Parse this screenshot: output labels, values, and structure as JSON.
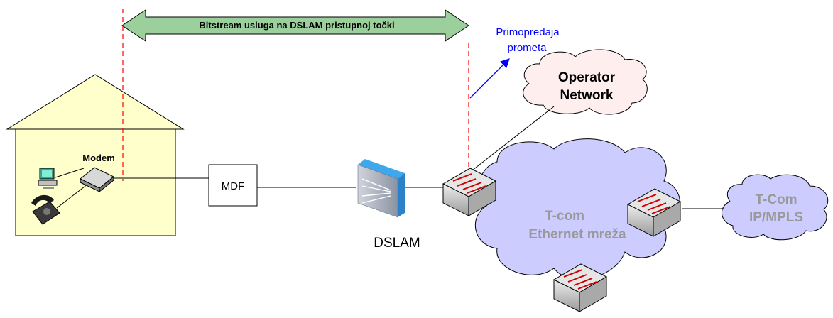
{
  "banner": {
    "label": "Bitstream usluga na DSLAM pristupnoj točki"
  },
  "handover": {
    "line1": "Primopredaja",
    "line2": "prometa"
  },
  "house": {
    "modem_label": "Modem"
  },
  "mdf": {
    "label": "MDF"
  },
  "dslam": {
    "label": "DSLAM"
  },
  "operator_network": {
    "line1": "Operator",
    "line2": "Network"
  },
  "tcom_ethernet": {
    "line1": "T-com",
    "line2": "Ethernet mreža"
  },
  "tcom_ipmpls": {
    "line1": "T-Com",
    "line2": "IP/MPLS"
  },
  "colors": {
    "banner_fill": "#9bcf9b",
    "house_fill": "#ffffcc",
    "cloud_fill": "#ccccff",
    "operator_cloud_fill": "#ffeeee",
    "dashed_line": "#ff0000",
    "handover_text": "#0000ff",
    "cloud_text_gray": "#999999"
  }
}
